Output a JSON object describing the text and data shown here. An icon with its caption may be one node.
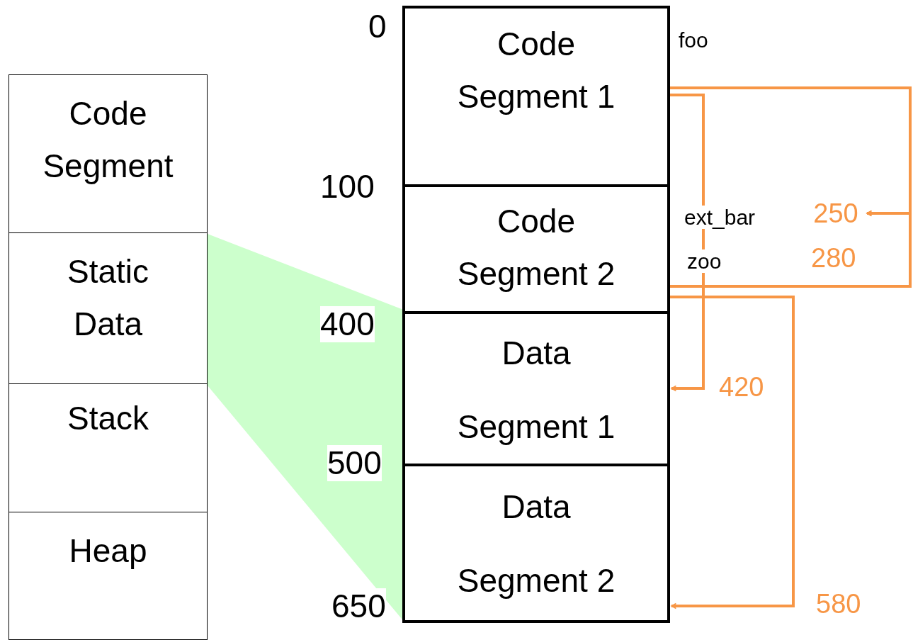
{
  "diagram": {
    "nodes": [
      {
        "text": [
          "Code Segment"
        ]
      },
      {
        "text": [
          "Static Data"
        ]
      },
      {
        "text": [
          "Stack"
        ]
      },
      {
        "text": [
          "Heap"
        ]
      },
      {
        "text": [
          "Code Segment 1"
        ]
      },
      {
        "text": [
          "Code Segment 2"
        ]
      },
      {
        "text": [
          "Data Segment 1"
        ]
      },
      {
        "text": [
          "Data Segment 2"
        ]
      },
      {
        "text": [
          "250"
        ]
      }
    ],
    "edges": [
      {
        "from": 4,
        "to": 8,
        "arrow": "to"
      },
      {
        "from": 5,
        "to": 8,
        "arrow": "to"
      },
      {
        "from": 4,
        "to": 6,
        "arrow": "to",
        "label": "420"
      },
      {
        "from": 5,
        "to": 7,
        "arrow": "to",
        "label": "580"
      }
    ],
    "labels": [
      "0",
      "foo",
      "100",
      "ext_bar",
      "280",
      "zoo",
      "400",
      "500",
      "650"
    ]
  }
}
